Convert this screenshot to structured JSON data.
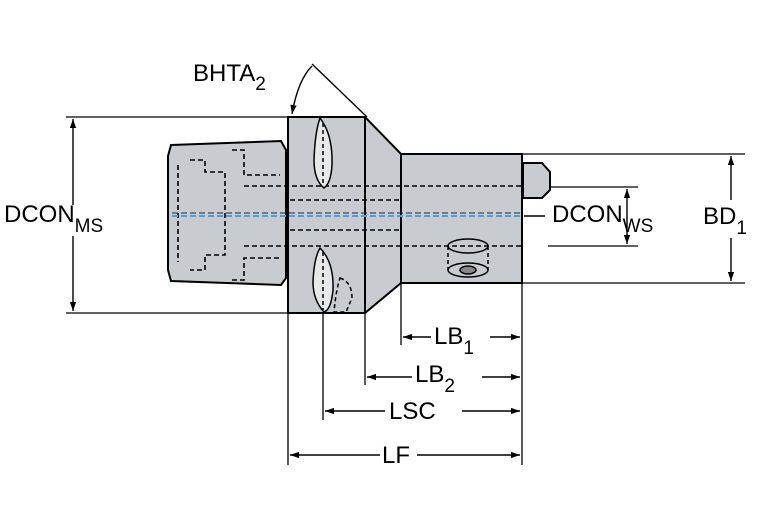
{
  "diagram": {
    "labels": {
      "bhta": {
        "main": "BHTA",
        "sub": "2"
      },
      "dcon_ms": {
        "main": "DCON",
        "sub": "MS"
      },
      "dcon_ws": {
        "main": "DCON",
        "sub": "WS"
      },
      "bd": {
        "main": "BD",
        "sub": "1"
      },
      "lb1": {
        "main": "LB",
        "sub": "1"
      },
      "lb2": {
        "main": "LB",
        "sub": "2"
      },
      "lsc": {
        "main": "LSC"
      },
      "lf": {
        "main": "LF"
      }
    },
    "colors": {
      "body": "#c8ccd0",
      "axis": "#4aa0e8",
      "line": "#000000"
    }
  }
}
